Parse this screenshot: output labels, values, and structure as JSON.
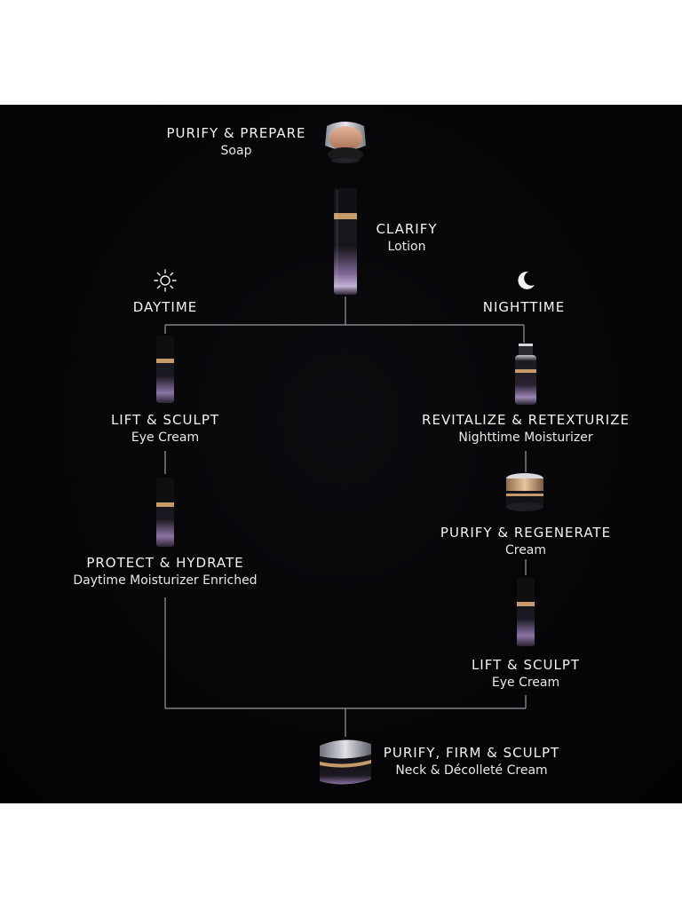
{
  "steps": {
    "soap": {
      "title": "PURIFY & PREPARE",
      "subtitle": "Soap"
    },
    "lotion": {
      "title": "CLARIFY",
      "subtitle": "Lotion"
    },
    "day_eye": {
      "title": "LIFT & SCULPT",
      "subtitle": "Eye Cream"
    },
    "day_moist": {
      "title": "PROTECT & HYDRATE",
      "subtitle": "Daytime Moisturizer Enriched"
    },
    "night_moist": {
      "title": "REVITALIZE & RETEXTURIZE",
      "subtitle": "Nighttime Moisturizer"
    },
    "night_cream": {
      "title": "PURIFY & REGENERATE",
      "subtitle": "Cream"
    },
    "night_eye": {
      "title": "LIFT & SCULPT",
      "subtitle": "Eye Cream"
    },
    "neck": {
      "title": "PURIFY, FIRM & SCULPT",
      "subtitle": "Neck & Décolleté Cream"
    }
  },
  "branches": {
    "day": {
      "label": "DAYTIME",
      "icon": "sun-icon"
    },
    "night": {
      "label": "NIGHTTIME",
      "icon": "moon-icon"
    }
  },
  "colors": {
    "background": "#050507",
    "text": "#f2f2f2",
    "connector": "#9a9aa0",
    "gold": "#c79a6a",
    "lilac": "#a78bc0"
  }
}
